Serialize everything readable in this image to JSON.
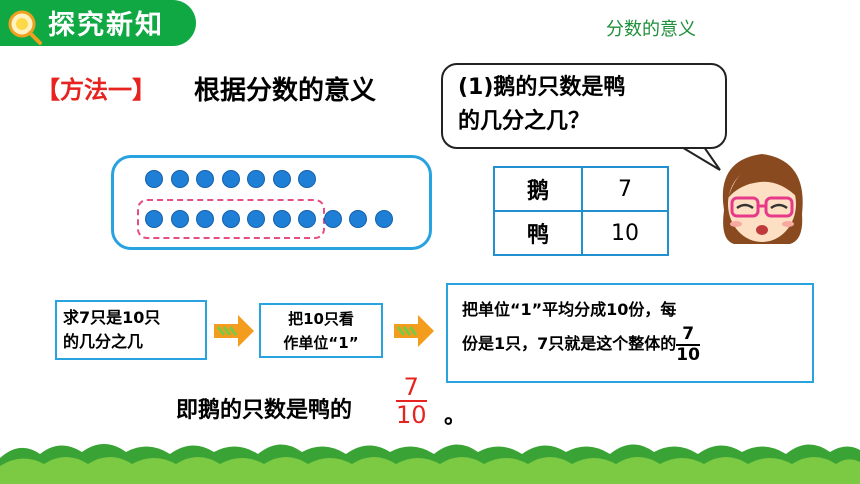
{
  "header": {
    "title": "探究新知",
    "section_label": "分数的意义"
  },
  "method": {
    "tag": "【方法一】",
    "title": "根据分数的意义"
  },
  "speech": {
    "line1": "(1)鹅的只数是鸭",
    "line2": "的几分之几？"
  },
  "dots": {
    "top_row_count": 7,
    "bottom_row_count": 10,
    "grouped_count": 7
  },
  "table": {
    "rows": [
      {
        "label": "鹅",
        "value": "7"
      },
      {
        "label": "鸭",
        "value": "10"
      }
    ]
  },
  "flow": {
    "step1_line1": "求7只是10只",
    "step1_line2": "的几分之几",
    "step2_line1": "把10只看",
    "step2_line2": "作单位“1”",
    "step3_line1": "把单位“1”平均分成10份，每",
    "step3_line2": "份是1只，7只就是这个整体的",
    "step3_fraction_num": "7",
    "step3_fraction_den": "10"
  },
  "conclusion": {
    "text": "即鹅的只数是鸭的",
    "fraction_num": "7",
    "fraction_den": "10",
    "end": "。"
  },
  "colors": {
    "header_green": "#0fa843",
    "accent_red": "#e6231e",
    "border_blue": "#29a3e0",
    "dot_blue": "#1f7fd6",
    "dash_pink": "#e64e84"
  }
}
